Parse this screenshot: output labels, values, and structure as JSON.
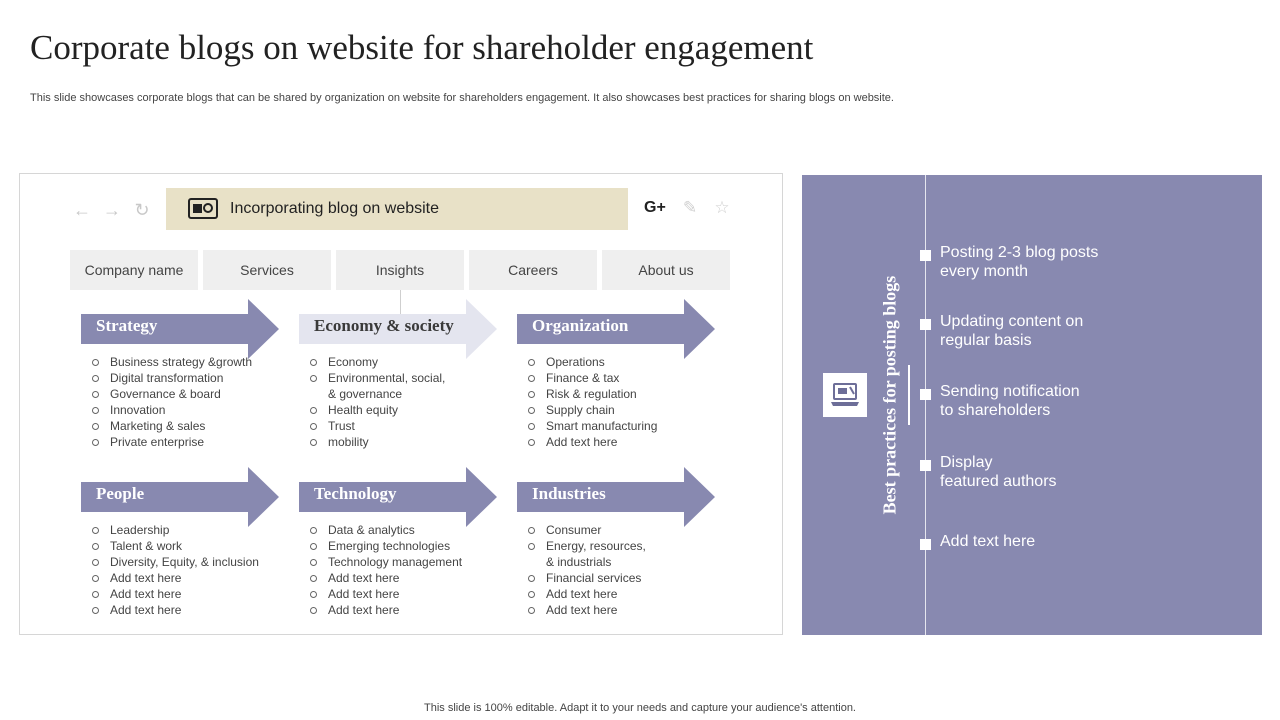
{
  "title": "Corporate blogs on website for shareholder engagement",
  "subtitle": "This slide showcases corporate blogs that can be shared by organization on website for shareholders engagement. It also showcases best practices for sharing blogs on website.",
  "browser": {
    "address_text": "Incorporating blog on website",
    "gplus_label": "G+",
    "tabs": [
      "Company name",
      "Services",
      "Insights",
      "Careers",
      "About us"
    ]
  },
  "sections": [
    {
      "title": "Strategy",
      "items": [
        "Business strategy &growth",
        "Digital transformation",
        "Governance  & board",
        "Innovation",
        "Marketing & sales",
        "Private  enterprise"
      ]
    },
    {
      "title": "Economy & society",
      "items": [
        "Economy",
        "Environmental,  social,",
        "& governance",
        "Health equity",
        "Trust",
        "mobility"
      ]
    },
    {
      "title": "Organization",
      "items": [
        "Operations",
        "Finance & tax",
        "Risk & regulation",
        "Supply chain",
        "Smart manufacturing",
        "Add text here"
      ]
    },
    {
      "title": "People",
      "items": [
        "Leadership",
        "Talent  & work",
        "Diversity,  Equity, & inclusion",
        "Add text here",
        "Add text here",
        "Add text here"
      ]
    },
    {
      "title": "Technology",
      "items": [
        "Data & analytics",
        "Emerging technologies",
        "Technology  management",
        "Add text here",
        "Add text here",
        "Add text here"
      ]
    },
    {
      "title": "Industries",
      "items": [
        "Consumer",
        "Energy, resources,",
        "& industrials",
        "Financial services",
        "Add text here",
        "Add text here"
      ]
    }
  ],
  "best_practices": {
    "title": "Best practices for posting blogs",
    "items": [
      "Posting 2-3 blog posts\nevery month",
      "Updating content on\nregular basis",
      "Sending notification\nto shareholders",
      "Display\nfeatured authors",
      "Add text here"
    ]
  },
  "footer": "This slide is 100% editable. Adapt it to your needs and capture your audience's attention.",
  "colors": {
    "accent": "#8889b0",
    "address_bar": "#e8e1c7",
    "tab_bg": "#efefef",
    "light_arrow": "#e4e5ef"
  },
  "icons": {
    "back": "arrow-left-icon",
    "forward": "arrow-right-icon",
    "reload": "reload-icon",
    "blog": "blog-icon",
    "google_plus": "google-plus-icon",
    "edit": "pencil-icon",
    "star": "star-icon"
  }
}
